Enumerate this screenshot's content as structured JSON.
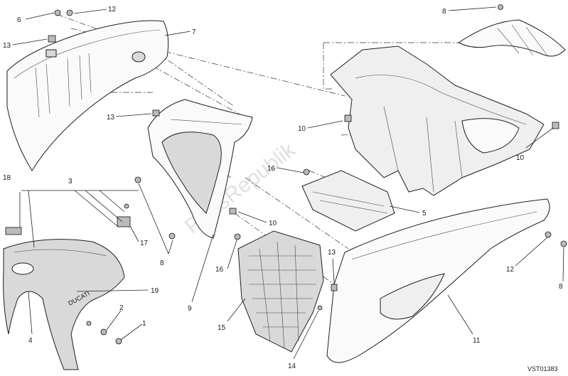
{
  "labels": [
    {
      "id": "l6",
      "text": "6"
    },
    {
      "id": "l12a",
      "text": "12"
    },
    {
      "id": "l7",
      "text": "7"
    },
    {
      "id": "l13a",
      "text": "13"
    },
    {
      "id": "l13b",
      "text": "13"
    },
    {
      "id": "l8a",
      "text": "8"
    },
    {
      "id": "l10a",
      "text": "10"
    },
    {
      "id": "l10b",
      "text": "10"
    },
    {
      "id": "l16a",
      "text": "16"
    },
    {
      "id": "l5",
      "text": "5"
    },
    {
      "id": "l18",
      "text": "18"
    },
    {
      "id": "l3",
      "text": "3"
    },
    {
      "id": "l17",
      "text": "17"
    },
    {
      "id": "l8b",
      "text": "8"
    },
    {
      "id": "l9",
      "text": "9"
    },
    {
      "id": "l10c",
      "text": "10"
    },
    {
      "id": "l16b",
      "text": "16"
    },
    {
      "id": "l15",
      "text": "15"
    },
    {
      "id": "l13c",
      "text": "13"
    },
    {
      "id": "l14",
      "text": "14"
    },
    {
      "id": "l11",
      "text": "11"
    },
    {
      "id": "l12b",
      "text": "12"
    },
    {
      "id": "l8c",
      "text": "8"
    },
    {
      "id": "l19",
      "text": "19"
    },
    {
      "id": "l2",
      "text": "2"
    },
    {
      "id": "l1",
      "text": "1"
    },
    {
      "id": "l4",
      "text": "4"
    }
  ],
  "reference_code": "VST01383",
  "watermark": "PartsRepublik",
  "brand_mark": "DUCATI"
}
